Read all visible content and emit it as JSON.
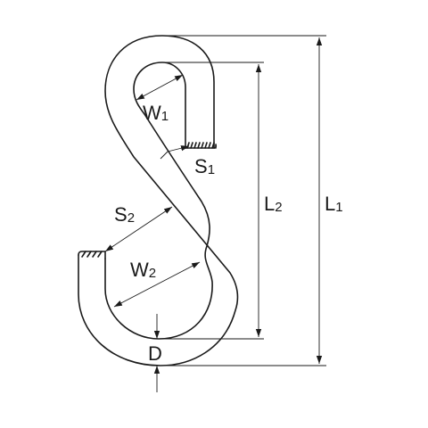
{
  "labels": {
    "w1": {
      "main": "W",
      "sub": "1"
    },
    "s1": {
      "main": "S",
      "sub": "1"
    },
    "s2": {
      "main": "S",
      "sub": "2"
    },
    "w2": {
      "main": "W",
      "sub": "2"
    },
    "l2": {
      "main": "L",
      "sub": "2"
    },
    "l1": {
      "main": "L",
      "sub": "1"
    },
    "d": {
      "main": "D"
    }
  },
  "colors": {
    "line": "#1a1a1a",
    "background": "#ffffff"
  }
}
